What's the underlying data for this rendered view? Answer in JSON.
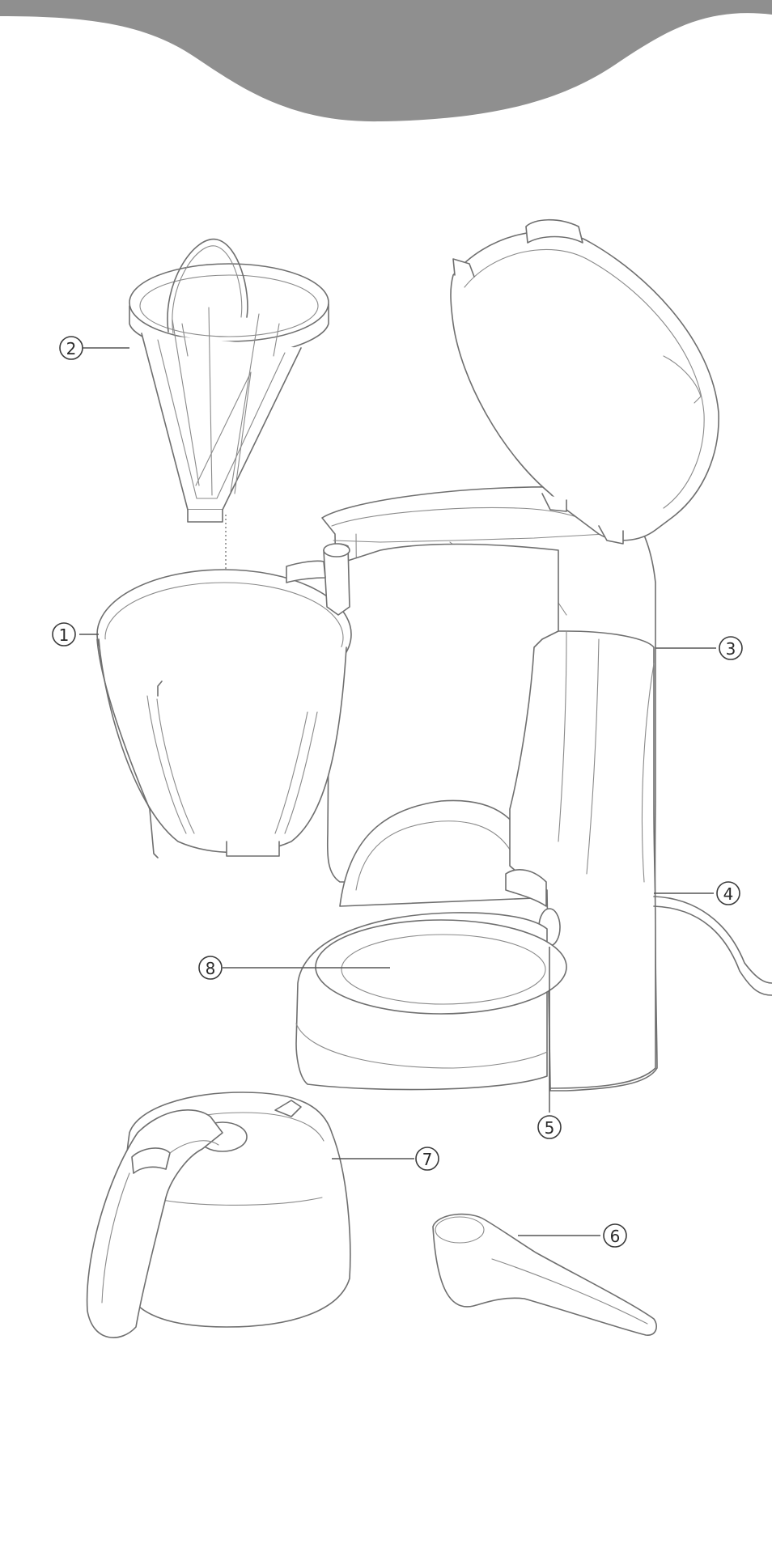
{
  "header": {
    "band_color": "#8f8f8f"
  },
  "callouts": [
    {
      "id": "carafe-lid-filter-holder",
      "label": "1"
    },
    {
      "id": "filter-basket",
      "label": "2"
    },
    {
      "id": "water-tank-housing",
      "label": "3"
    },
    {
      "id": "power-cord",
      "label": "4"
    },
    {
      "id": "on-off-switch",
      "label": "5"
    },
    {
      "id": "measuring-spoon",
      "label": "6"
    },
    {
      "id": "glass-carafe",
      "label": "7"
    },
    {
      "id": "warming-plate",
      "label": "8"
    }
  ]
}
